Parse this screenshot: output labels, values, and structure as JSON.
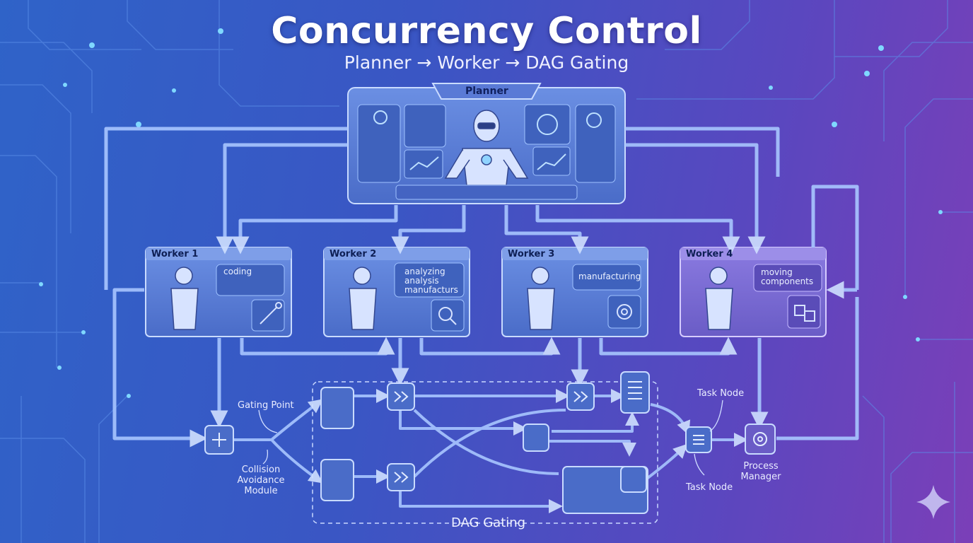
{
  "title": "Concurrency Control",
  "subtitle": "Planner → Worker → DAG Gating",
  "planner": {
    "label": "Planner"
  },
  "workers": [
    {
      "label": "Worker 1",
      "task": "coding"
    },
    {
      "label": "Worker 2",
      "task": "analyzing analysis manufacturs"
    },
    {
      "label": "Worker 3",
      "task": "manufacturing"
    },
    {
      "label": "Worker 4",
      "task": "moving components"
    }
  ],
  "labels": {
    "gating_point": "Gating Point",
    "collision_avoidance": "Collision Avoidance Module",
    "task_node_top": "Task Node",
    "task_node_bottom": "Task Node",
    "process_manager": "Process Manager",
    "dag_gating": "DAG Gating"
  },
  "colors": {
    "background_left": "#2f63c8",
    "background_right": "#7b3fb8",
    "line": "#9fc2ff",
    "panel_fill": "#5a7fd8",
    "panel_border": "#b9d0ff",
    "title_text": "#ffffff"
  }
}
